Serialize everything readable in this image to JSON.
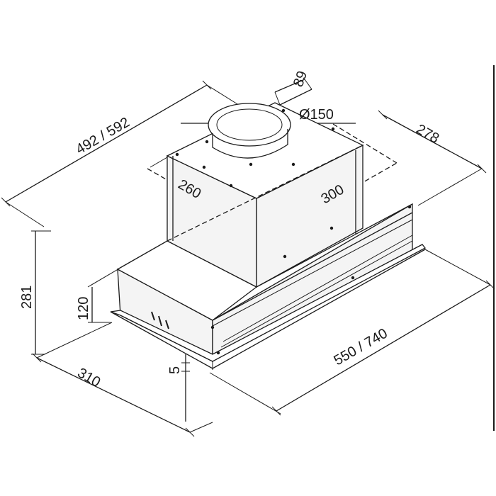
{
  "dimensions": {
    "depth_outer": "492 / 592",
    "height_total": "281",
    "height_body": "120",
    "depth_base": "310",
    "lip": "5",
    "width_base": "550 / 740",
    "depth_right": "278",
    "chimney_width": "260",
    "chimney_depth": "300",
    "outlet_offset": "89",
    "outlet_diameter": "Ø150"
  },
  "colors": {
    "line": "#1a1a1a",
    "background": "#ffffff"
  }
}
